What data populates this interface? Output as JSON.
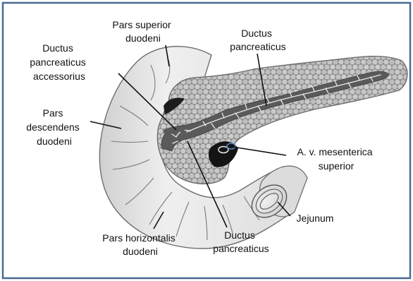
{
  "figure": {
    "labels": {
      "pars_superior_duodeni": [
        "Pars superior",
        "duodeni"
      ],
      "ductus_pancreaticus_top": [
        "Ductus",
        "pancreaticus"
      ],
      "ductus_pancreaticus_accessorius": [
        "Ductus",
        "pancreaticus",
        "accessorius"
      ],
      "pars_descendens_duodeni": [
        "Pars",
        "descendens",
        "duodeni"
      ],
      "av_mesenterica_superior": [
        "A. v. mesenterica",
        "superior"
      ],
      "jejunum": [
        "Jejunum"
      ],
      "pars_horizontalis_duodeni": [
        "Pars  horizontalis",
        "duodeni"
      ],
      "ductus_pancreaticus_bottom": [
        "Ductus",
        "pancreaticus"
      ]
    },
    "colors": {
      "frame_border": "#4a6a92",
      "duodenum_fill": "#e4e4e4",
      "duodenum_stroke": "#6f6f6f",
      "pancreas_fill": "#a8a8a8",
      "pancreas_lobule": "#c6c6c6",
      "duct_fill": "#5a5a5a",
      "duct_branch": "#e6e6e6",
      "vessel_dark": "#141414",
      "vessel_blue": "#5b82c9",
      "leader_line": "#111111"
    }
  }
}
